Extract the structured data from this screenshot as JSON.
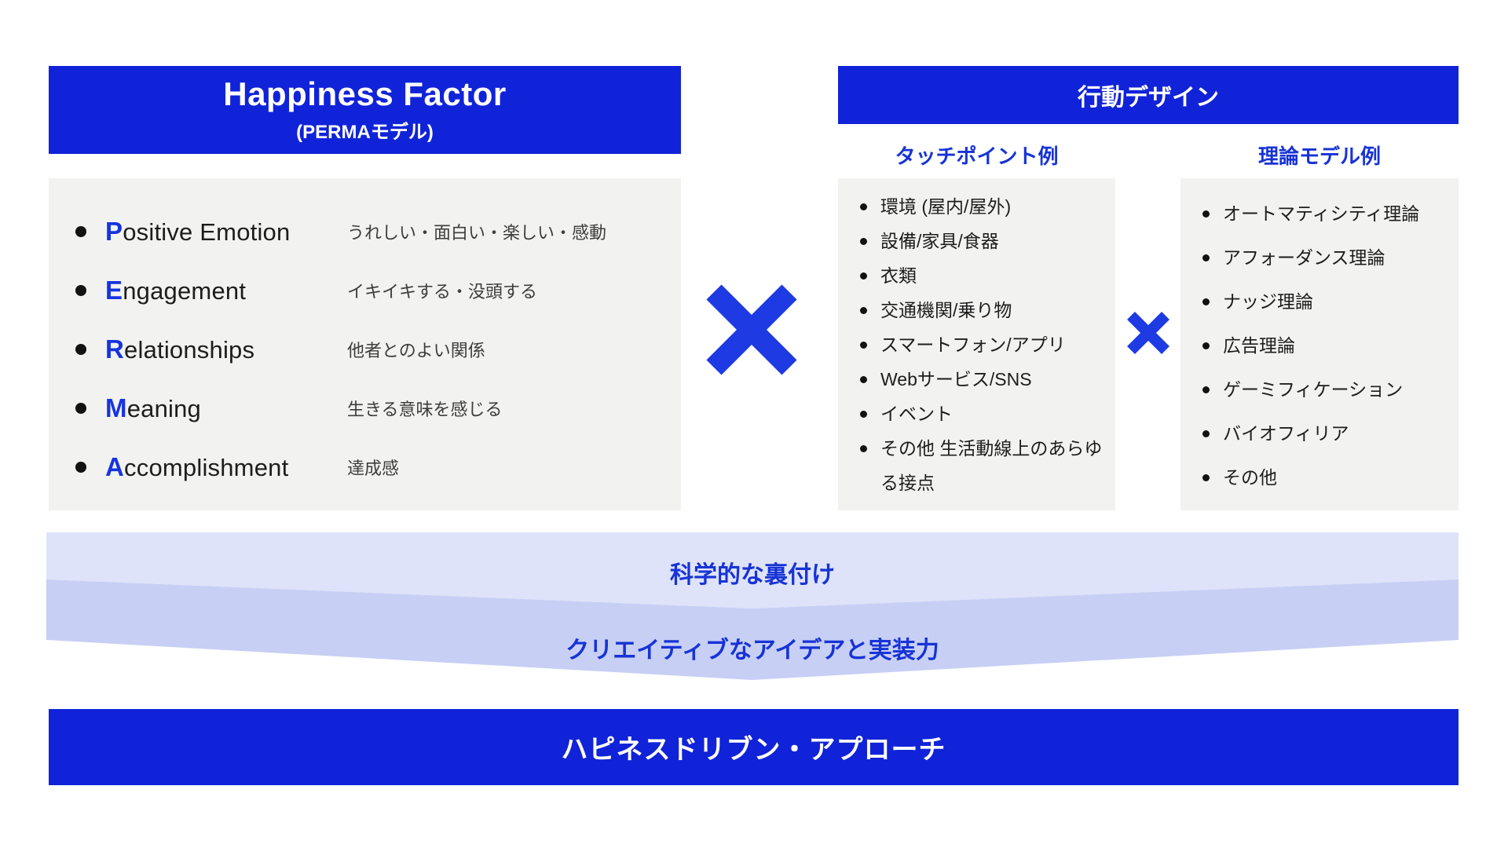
{
  "colors": {
    "brand_blue": "#1123d8",
    "accent_blue": "#1733d6",
    "initial_blue": "#1733e0",
    "x_blue": "#1d3ae3",
    "panel_gray": "#f2f2f1",
    "band_light": "#dee3f9",
    "band_mid": "#c7cff5"
  },
  "left_panel": {
    "title": "Happiness Factor",
    "subtitle": "(PERMAモデル)",
    "items": [
      {
        "initial": "P",
        "rest": "ositive Emotion",
        "desc": "うれしい・面白い・楽しい・感動"
      },
      {
        "initial": "E",
        "rest": "ngagement",
        "desc": "イキイキする・没頭する"
      },
      {
        "initial": "R",
        "rest": "elationships",
        "desc": "他者とのよい関係"
      },
      {
        "initial": "M",
        "rest": "eaning",
        "desc": "生きる意味を感じる"
      },
      {
        "initial": "A",
        "rest": "ccomplishment",
        "desc": "達成感"
      }
    ]
  },
  "right_panel": {
    "title": "行動デザイン",
    "columns": [
      {
        "header": "タッチポイント例",
        "items": [
          "環境 (屋内/屋外)",
          "設備/家具/食器",
          "衣類",
          "交通機関/乗り物",
          "スマートフォン/アプリ",
          "Webサービス/SNS",
          "イベント",
          "その他 生活動線上のあらゆる接点"
        ]
      },
      {
        "header": "理論モデル例",
        "items": [
          "オートマティシティ理論",
          "アフォーダンス理論",
          "ナッジ理論",
          "広告理論",
          "ゲーミフィケーション",
          "バイオフィリア",
          "その他"
        ]
      }
    ]
  },
  "operators": {
    "multiply": "×"
  },
  "bands": [
    {
      "label": "科学的な裏付け"
    },
    {
      "label": "クリエイティブなアイデアと実装力"
    }
  ],
  "result_bar": {
    "label": "ハピネスドリブン・アプローチ"
  }
}
